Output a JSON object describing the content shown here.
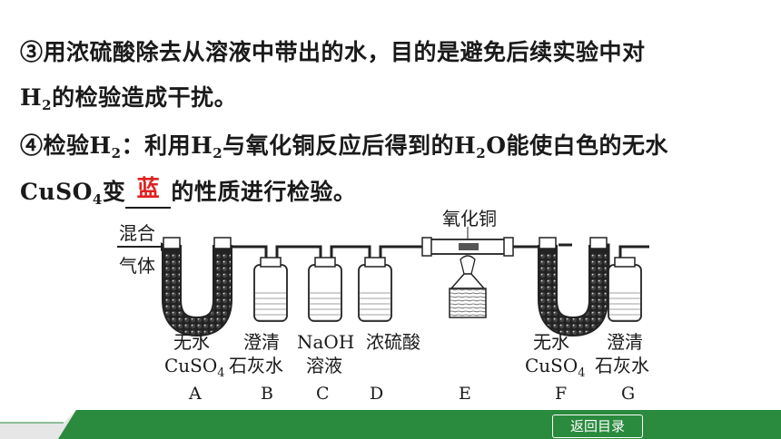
{
  "text": {
    "line1": "③用浓硫酸除去从溶液中带出的水，目的是避免后续实验中对",
    "line2_sym": "H",
    "line2_sub": "2",
    "line2_rest": "的检验造成干扰。",
    "line3_a": "④检验H",
    "line3_sub1": "2",
    "line3_b": "：利用H",
    "line3_sub2": "2",
    "line3_c": "与氧化铜反应后得到的H",
    "line3_sub3": "2",
    "line3_d": "O能使白色的无水",
    "line4_a": "CuSO",
    "line4_sub": "4",
    "line4_b": "变",
    "line4_answer": "蓝",
    "line4_c": "的性质进行检验。"
  },
  "diagram": {
    "inlet_label_1": "混合",
    "inlet_label_2": "气体",
    "top_label": "氧化铜",
    "a_name_1": "无水",
    "a_name_2": "CuSO",
    "a_name_sub": "4",
    "b_name_1": "澄清",
    "b_name_2": "石灰水",
    "c_name_1": "NaOH",
    "c_name_2": "溶液",
    "d_name": "浓硫酸",
    "f_name_1": "无水",
    "f_name_2": "CuSO",
    "f_name_sub": "4",
    "g_name_1": "澄清",
    "g_name_2": "石灰水",
    "letters": [
      "A",
      "B",
      "C",
      "D",
      "E",
      "F",
      "G"
    ]
  },
  "footer": {
    "back_button": "返回目录"
  },
  "colors": {
    "footer_green": "#2a8a3e",
    "answer_red": "#e02020"
  }
}
